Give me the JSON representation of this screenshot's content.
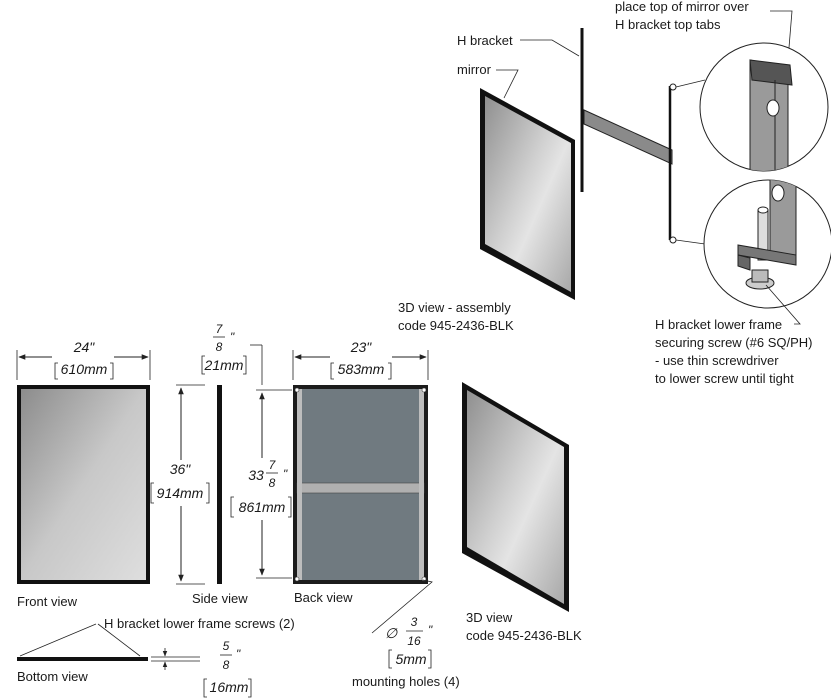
{
  "assembly": {
    "callout_h_bracket": "H bracket",
    "callout_mirror": "mirror",
    "callout_place_top_line1": "place top of mirror over",
    "callout_place_top_line2": "H bracket top tabs",
    "view_caption_line1": "3D view  - assembly",
    "view_caption_line2": "code 945-2436-BLK",
    "screw_note_line1": "H bracket lower frame",
    "screw_note_line2": "securing screw (#6 SQ/PH)",
    "screw_note_line3": " - use thin screwdriver",
    "screw_note_line4": "to lower screw until tight"
  },
  "front_view": {
    "label": "Front view",
    "width_in": "24\"",
    "width_mm": "610mm",
    "height_in": "36\"",
    "height_mm": "914mm"
  },
  "side_view": {
    "label": "Side view",
    "depth_num": "7",
    "depth_den": "8",
    "depth_inch_mark": "\"",
    "depth_mm": "21mm"
  },
  "back_view": {
    "label": "Back view",
    "width_in": "23\"",
    "width_mm": "583mm",
    "height_whole": "33",
    "height_num": "7",
    "height_den": "8",
    "height_inch_mark": "\"",
    "height_mm": "861mm"
  },
  "bottom_view": {
    "label": "Bottom view",
    "screws_note": "H bracket lower frame screws (2)",
    "depth_num": "5",
    "depth_den": "8",
    "depth_inch_mark": "\"",
    "depth_mm": "16mm"
  },
  "mounting_holes": {
    "diameter_symbol": "∅",
    "dia_num": "3",
    "dia_den": "16",
    "dia_inch_mark": "\"",
    "dia_mm": "5mm",
    "label": "mounting holes (4)"
  },
  "view_3d": {
    "caption_line1": "3D view",
    "caption_line2": "code 945-2436-BLK"
  }
}
